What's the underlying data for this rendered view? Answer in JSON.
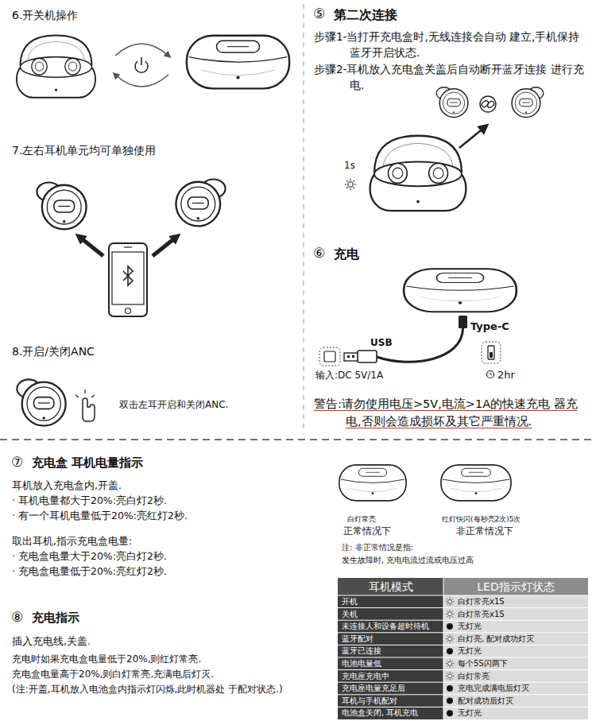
{
  "diagram": {
    "labels": [
      "6.开关机操作",
      "7.左右耳机单元均可单独使用",
      "8.开启/关闭ANC",
      "双击左耳开启和关闭ANC.",
      "⑤",
      "第二次连接",
      "步骤1-当打开充电盒时,无线连接会自动 建立,手机保持蓝牙开启状态.",
      "步骤2-耳机放入充电盒关盖后自动断开蓝牙连接 进行充电.",
      "1s",
      "⑥",
      "充电",
      "Type-C",
      "USB",
      "输入:DC 5V/1A",
      "2hr",
      "警告:请勿使用电压>5V,电流>1A的快速充电 器充电,否则会造成损坏及其它严重情况.",
      "⑦",
      "充电盒 耳机电量指示",
      "耳机放入充电盒内,开盖.",
      "· 耳机电量都大于20%:亮白灯2秒.",
      "· 有一个耳机电量低于20%:亮红灯2秒.",
      "取出耳机,指示充电盒电量:",
      "· 充电盒电量大于20%:亮白灯2秒.",
      "· 充电盒电量低于20%:亮红灯2秒.",
      "⑧",
      "充电指示",
      "插入充电线,关盖.",
      "充电时如果充电盒电量低于20%,则红灯常亮.",
      "充电盒电量高于20%,则白灯常亮,充满电后灯灭.",
      "(注:开盖,耳机放入电池盒内指示灯闪烁,此时机器处 于配对状态.)",
      "白灯常亮",
      "红灯快闪(每秒亮2次)5次",
      "正常情况下",
      "非正常情况下",
      "注: 非正常情况是指:",
      "发生故障时, 充电电流过流或电压过高",
      "耳机模式",
      "LED指示灯状态",
      "开机",
      "白灯常亮x1S",
      "关机",
      "白灯常亮x1S",
      "未连接人和设备超时待机",
      "无灯光",
      "蓝牙配对",
      "白灯亮, 配对成功灯灭",
      "蓝牙已连接",
      "无灯光",
      "电池电量低",
      "每个5S闪两下",
      "充电座充电中",
      "白灯常亮",
      "充电座电量充足后",
      "充电完成满电后灯灭",
      "耳机与手机配对",
      "配对成功后灯灭",
      "电池盒关闭, 耳机充电",
      "无灯光"
    ]
  }
}
